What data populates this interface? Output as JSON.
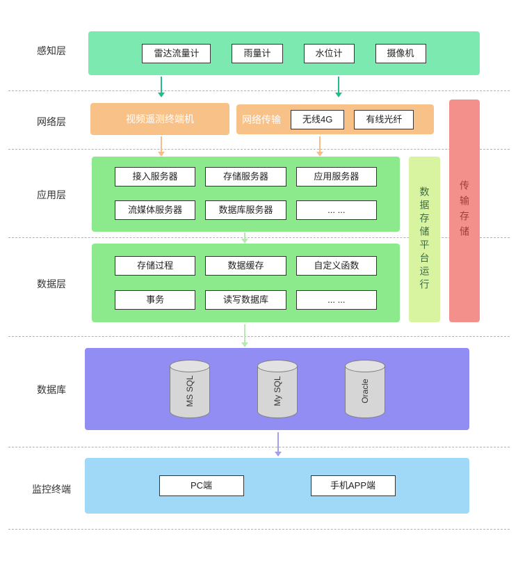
{
  "side_labels": [
    "感知层",
    "网络层",
    "应用层",
    "数据层",
    "数据库",
    "监控终端"
  ],
  "perception": {
    "items": [
      "雷达流量计",
      "雨量计",
      "水位计",
      "摄像机"
    ]
  },
  "network": {
    "terminal": "视频遥测终端机",
    "transmission_title": "网络传输",
    "items": [
      "无线4G",
      "有线光纤"
    ]
  },
  "application": {
    "row1": [
      "接入服务器",
      "存储服务器",
      "应用服务器"
    ],
    "row2": [
      "流媒体服务器",
      "数据库服务器",
      "... ..."
    ]
  },
  "data_layer": {
    "row1": [
      "存储过程",
      "数据缓存",
      "自定义函数"
    ],
    "row2": [
      "事务",
      "读写数据库",
      "... ..."
    ]
  },
  "bars": {
    "platform": "数据存储平台运行",
    "transmission": "传输存储"
  },
  "database": {
    "items": [
      "MS SQL",
      "My SQL",
      "Oracle"
    ]
  },
  "terminal": {
    "items": [
      "PC端",
      "手机APP端"
    ]
  },
  "colors": {
    "perception_band": "#7ceab0",
    "network_band": "#f8c187",
    "application_band": "#8ce98c",
    "data_band": "#8ce98c",
    "platform_bar": "#d9f4a0",
    "transmission_bar": "#f4908c",
    "database_band": "#918df2",
    "terminal_band": "#a0d8f7",
    "arrow_green": "#26bb8e",
    "arrow_orange": "#f7bd89",
    "arrow_pale_green": "#b7eab0",
    "arrow_purple": "#a49df4"
  }
}
